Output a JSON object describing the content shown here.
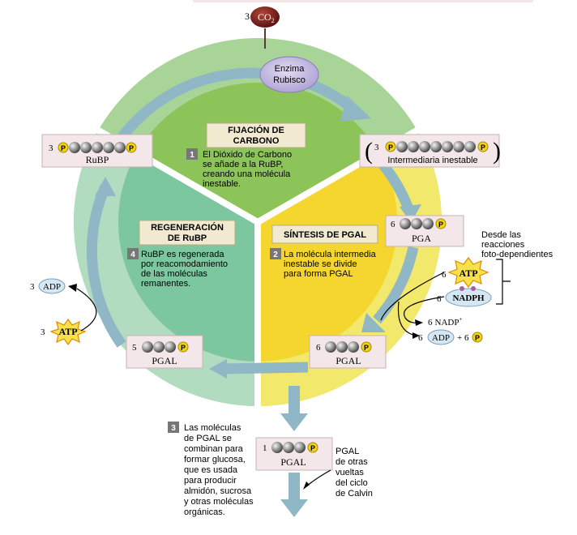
{
  "co2": {
    "count": "3",
    "label": "CO",
    "sub": "2"
  },
  "enzyme": {
    "line1": "Enzima",
    "line2": "Rubisco"
  },
  "sections": {
    "fixation": {
      "title1": "FIJACIÓN DE",
      "title2": "CARBONO",
      "number": "1",
      "text1": "El Dióxido de Carbono",
      "text2": "se añade a la RuBP,",
      "text3": "creando una molécula",
      "text4": "inestable."
    },
    "synthesis": {
      "title": "SÍNTESIS DE PGAL",
      "number": "2",
      "text1": "La molécula intermedia",
      "text2": "inestable se divide",
      "text3": "para forma PGAL"
    },
    "regeneration": {
      "title1": "REGENERACIÓN",
      "title2": "DE RuBP",
      "number": "4",
      "text1": "RuBP es regenerada",
      "text2": "por reacomodamiento",
      "text3": "de las moléculas",
      "text4": "remanentes."
    },
    "glucose": {
      "number": "3",
      "text1": "Las moléculas",
      "text2": "de PGAL se",
      "text3": "combinan para",
      "text4": "formar glucosa,",
      "text5": "que es usada",
      "text6": "para producir",
      "text7": "almidón, sucrosa",
      "text8": "y otras moléculas",
      "text9": "orgánicas."
    }
  },
  "molecules": {
    "rubp": {
      "count": "3",
      "label": "RuBP"
    },
    "intermediate": {
      "count": "3",
      "label": "Intermediaria inestable"
    },
    "pga": {
      "count": "6",
      "label": "PGA"
    },
    "pgal_right": {
      "count": "6",
      "label": "PGAL"
    },
    "pgal_left": {
      "count": "5",
      "label": "PGAL"
    },
    "pgal_out": {
      "count": "1",
      "label": "PGAL"
    }
  },
  "phosphate": "P",
  "energy": {
    "atp_in": {
      "count": "6",
      "label": "ATP"
    },
    "nadph_in": {
      "count": "6",
      "label": "NADPH"
    },
    "nadp_out": {
      "count": "6",
      "label": "NADP",
      "sup": "+"
    },
    "adp_out": {
      "count": "6",
      "label": "ADP",
      "plus": "+ 6"
    },
    "adp_left": {
      "count": "3",
      "label": "ADP"
    },
    "atp_left": {
      "count": "3",
      "label": "ATP"
    },
    "source": {
      "line1": "Desde las",
      "line2": "reacciones",
      "line3": "foto-dependientes"
    }
  },
  "pgal_other": {
    "line1": "PGAL",
    "line2": "de otras",
    "line3": "vueltas",
    "line4": "del ciclo",
    "line5": "de Calvin"
  }
}
